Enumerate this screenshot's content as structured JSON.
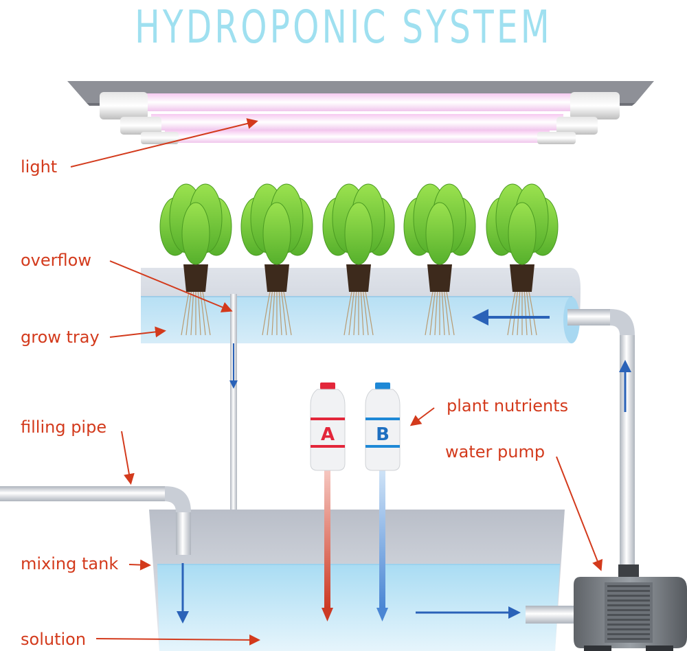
{
  "title": "HYDROPONIC SYSTEM",
  "labels": {
    "light": "light",
    "overflow": "overflow",
    "grow_tray": "grow tray",
    "filling_pipe": "filling pipe",
    "mixing_tank": "mixing tank",
    "solution": "solution",
    "plant_nutrients": "plant nutrients",
    "water_pump": "water pump"
  },
  "bottles": {
    "a": "A",
    "b": "B"
  },
  "colors": {
    "title": "#9fe0f0",
    "label": "#d33a1c",
    "arrow_red": "#cc3a25",
    "arrow_blue": "#2a62b8",
    "water": "#bfe3f5",
    "leaf": "#7bcf3c"
  }
}
